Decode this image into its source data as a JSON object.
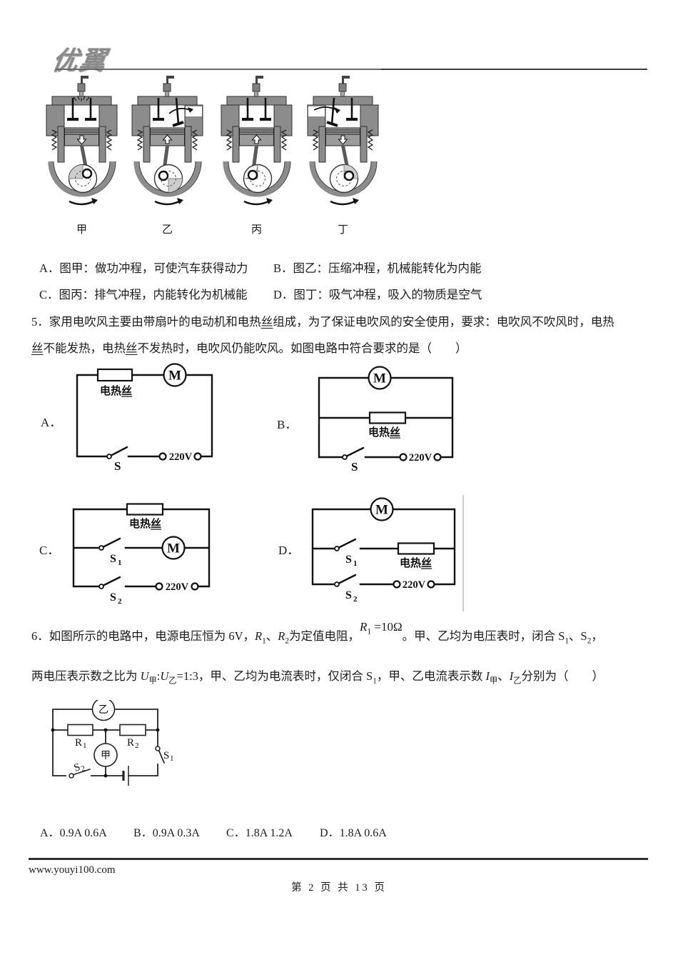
{
  "header": {
    "logo": "优翼"
  },
  "engine_figure": {
    "labels": [
      "甲",
      "乙",
      "丙",
      "丁"
    ]
  },
  "q4": {
    "options": [
      {
        "label": "A．",
        "text": "图甲：做功冲程，可使汽车获得动力"
      },
      {
        "label": "B．",
        "text": "图乙：压缩冲程，机械能转化为内能"
      },
      {
        "label": "C．",
        "text": "图丙：排气冲程，内能转化为机械能"
      },
      {
        "label": "D．",
        "text": "图丁：吸气冲程，吸入的物质是空气"
      }
    ]
  },
  "q5": {
    "l1a": "5．家用电吹风主要由带扇叶的电动机和电热",
    "l1u": "丝",
    "l1b": "组成，为了保证电吹风的安全使用，要求：电吹风不吹风时，电热",
    "l2u1": "丝",
    "l2a": "不能发热，电热",
    "l2u2": "丝",
    "l2b": "不发热时，电吹风仍能吹风。如图电路中符合要求的是（　　）",
    "labels": {
      "A": "A．",
      "B": "B．",
      "C": "C．",
      "D": "D．"
    },
    "heater_a": "电热",
    "heater_b": "丝",
    "motor": "M",
    "sw": "S",
    "sw1": "S",
    "sw1sub": "1",
    "sw2": "S",
    "sw2sub": "2",
    "voltage": "220V"
  },
  "q6": {
    "l1a": "6．如图所示的电路中，电源电压恒为 6V，",
    "r1": "R",
    "r1sub": "1",
    "pause": "、",
    "r2": "R",
    "r2sub": "2",
    "l1b": "为定值电阻，",
    "eq_r": "R",
    "eq_sub": "1",
    "eq_rest": " =10Ω",
    "eq_period": "。",
    "l1c": "甲、乙均为电压表时，闭合 S",
    "s1sub": "1",
    "l1d": "、S",
    "s2sub": "2",
    "l1e": "，",
    "l2a": "两电压表示数之比为 ",
    "u1": "U",
    "u1sub": "甲",
    "l2b": ":",
    "u2": "U",
    "u2sub": "乙",
    "l2c": "=1:3，甲、乙均为电流表时，仅闭合 S",
    "l2csub": "1",
    "l2d": "，甲、乙电流表示数 ",
    "i1": "I",
    "i1sub": "甲",
    "l2e": "、",
    "i2": "I",
    "i2sub": "乙",
    "l2f": "分别为（　　）",
    "circuit": {
      "meter_top": "乙",
      "meter_mid": "甲",
      "r1": "R",
      "r1sub": "1",
      "r2": "R",
      "r2sub": "2",
      "s1": "S",
      "s1sub": "1",
      "s2": "S",
      "s2sub": "2"
    },
    "options": [
      {
        "label": "A．",
        "text": "0.9A 0.6A"
      },
      {
        "label": "B．",
        "text": "0.9A 0.3A"
      },
      {
        "label": "C．",
        "text": "1.8A 1.2A"
      },
      {
        "label": "D．",
        "text": "1.8A 0.6A"
      }
    ]
  },
  "footer": {
    "url": "www.youyi100.com",
    "page": "第 2 页 共 13 页"
  }
}
